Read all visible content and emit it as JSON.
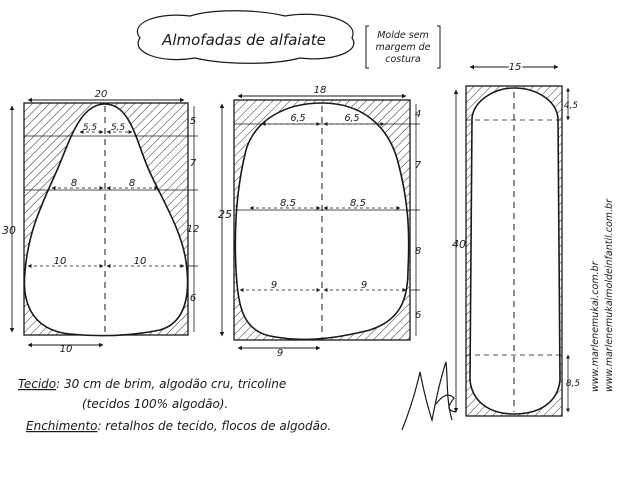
{
  "title": "Almofadas de alfaiate",
  "note_lines": [
    "Molde sem",
    "margem de",
    "costura"
  ],
  "piece1": {
    "width": "20",
    "height": "30",
    "half_top": [
      "5,5",
      "5,5"
    ],
    "half_2": [
      "8",
      "8"
    ],
    "half_3": [
      "10",
      "10"
    ],
    "bottom": "10",
    "segments": [
      "5",
      "7",
      "12",
      "6"
    ]
  },
  "piece2": {
    "width": "18",
    "height": "25",
    "half_top": [
      "6,5",
      "6,5"
    ],
    "half_2": [
      "8,5",
      "8,5"
    ],
    "half_3": [
      "9",
      "9"
    ],
    "bottom": "9",
    "segments": [
      "4",
      "7",
      "8",
      "6"
    ]
  },
  "piece3": {
    "width": "15",
    "height": "40",
    "top_seg": "4,5",
    "bottom_seg": "8,5"
  },
  "footer": {
    "tecido_label": "Tecido",
    "tecido_text": ": 30 cm de brim, algodão cru, tricoline",
    "tecido_text2": "(tecidos 100% algodão).",
    "enchimento_label": "Enchimento",
    "enchimento_text": ": retalhos de tecido, flocos de algodão."
  },
  "signature": "Marlene Mukai",
  "side_urls": [
    "www.marlenemukai.com.br",
    "www.marlenemukaimoldeinfantil.com.br"
  ]
}
